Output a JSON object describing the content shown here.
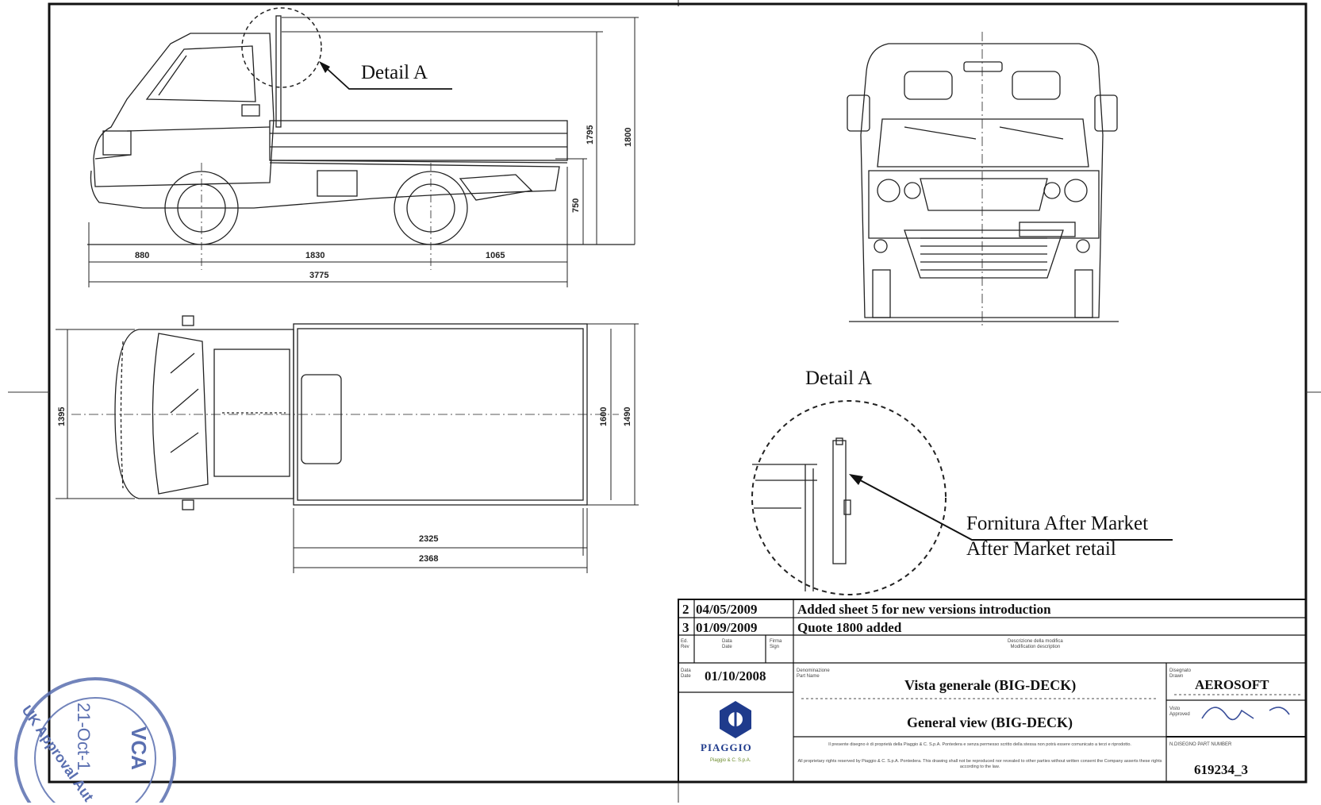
{
  "views": {
    "detail_a_label_top": "Detail A",
    "detail_a_label": "Detail A",
    "callout_it": "Fornitura After Market",
    "callout_en": "After Market retail"
  },
  "dimensions": {
    "side_front_overhang": "880",
    "side_wheelbase": "1830",
    "side_rear_overhang": "1065",
    "side_total_length": "3775",
    "side_floor_height": "750",
    "side_height": "1795",
    "side_height_max": "1800",
    "top_width_front": "1395",
    "top_bed_width_inner": "1600",
    "top_bed_width_outer": "1490",
    "top_bed_length_inner": "2325",
    "top_bed_length_outer": "2368"
  },
  "title_block": {
    "revisions": [
      {
        "num": "2",
        "date": "04/05/2009",
        "desc": "Added sheet 5 for new versions introduction"
      },
      {
        "num": "3",
        "date": "01/09/2009",
        "desc": "Quote 1800 added"
      }
    ],
    "header_rev": "Ed.\nRev",
    "header_date": "Data\nDate",
    "header_sign": "Firma\nSign",
    "header_desc": "Descrizione della modifica\nModification description",
    "date_label": "Data\nDate",
    "date_value": "01/10/2008",
    "name_label": "Denominazione\nPart Name",
    "title_it": "Vista generale (BIG-DECK)",
    "title_en": "General view (BIG-DECK)",
    "drawn_label": "Disegnato\nDrawn",
    "drawn_value": "AEROSOFT",
    "approved_label": "Visto\nApproved",
    "brand": "PIAGGIO",
    "brand_sub": "Piaggio & C. S.p.A.",
    "part_label": "N.DISEGNO PART NUMBER",
    "part_number": "619234_3",
    "legal_it": "Il presente disegno è di proprietà della Piaggio & C. S.p.A. Pontedera e senza permesso scritto della stessa non potrà essere comunicato a terzi e riprodotto.",
    "legal_en": "All proprietary rights reserved by Piaggio & C. S.p.A. Pontedera. This drawing shall not be reproduced nor revealed to other parties without written consent the Company asserts these rights according to the law."
  },
  "stamp": {
    "text_arc": "UK Approval Aut",
    "date": "21-Oct-1",
    "logo": "VCA"
  },
  "colors": {
    "line": "#222222",
    "frame": "#111111",
    "stamp": "#5a6fb0",
    "brand": "#1f3b8c"
  }
}
